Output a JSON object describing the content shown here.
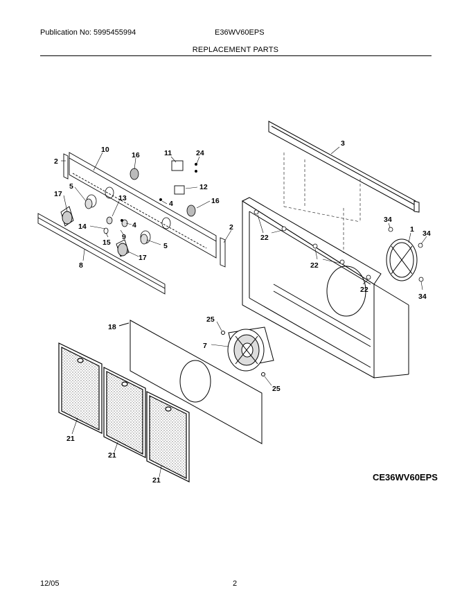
{
  "header": {
    "publication": "Publication No: 5995455994",
    "model": "E36WV60EPS",
    "section_title": "REPLACEMENT PARTS"
  },
  "diagram": {
    "model_tag": "CE36WV60EPS",
    "callouts": {
      "c2a": "2",
      "c10": "10",
      "c16a": "16",
      "c11": "11",
      "c24": "24",
      "c12": "12",
      "c16b": "16",
      "c5a": "5",
      "c17a": "17",
      "c13": "13",
      "c4a": "4",
      "c14": "14",
      "c4b": "4",
      "c9": "9",
      "c15": "15",
      "c5b": "5",
      "c17b": "17",
      "c8": "8",
      "c2b": "2",
      "c3": "3",
      "c34a": "34",
      "c1": "1",
      "c34b": "34",
      "c22a": "22",
      "c22b": "22",
      "c22c": "22",
      "c34c": "34",
      "c18": "18",
      "c25a": "25",
      "c7": "7",
      "c25b": "25",
      "c21a": "21",
      "c21b": "21",
      "c21c": "21"
    }
  },
  "footer": {
    "date": "12/05",
    "page": "2"
  }
}
